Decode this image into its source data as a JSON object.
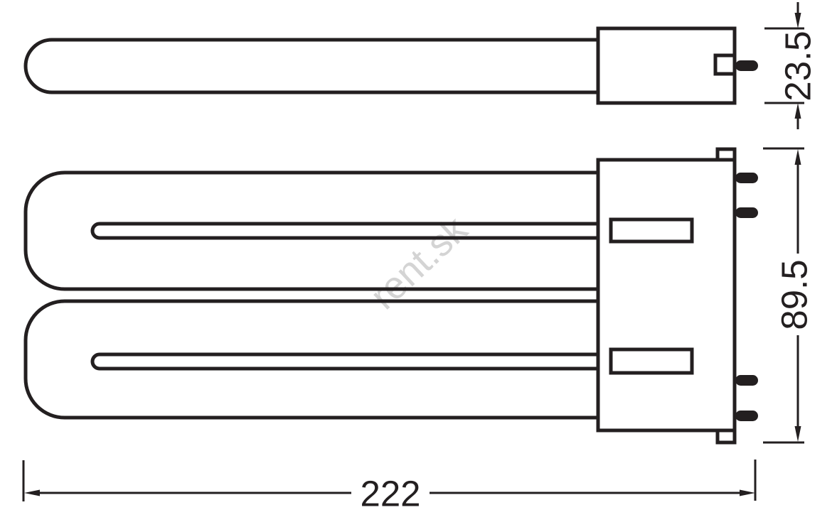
{
  "diagram": {
    "watermark": "rent.sk",
    "labels": {
      "base_depth": "23.5",
      "lamp_height": "89.5",
      "lamp_length": "222"
    },
    "colors": {
      "line": "#231f20",
      "watermark": "#d4d4d4",
      "background": "#ffffff"
    }
  }
}
